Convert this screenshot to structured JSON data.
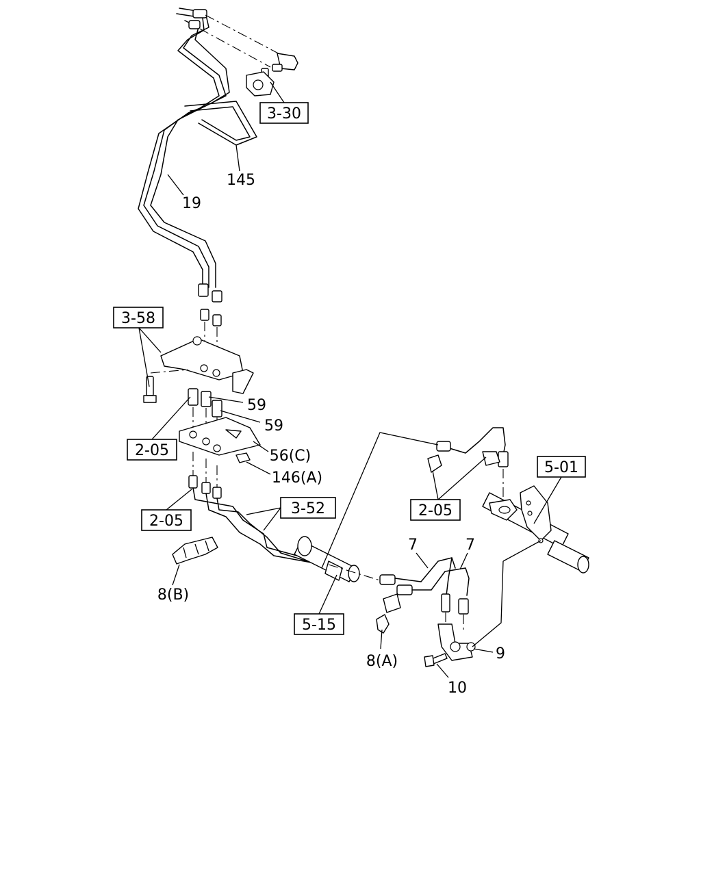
{
  "refs": {
    "r330": "3-30",
    "r358": "3-58",
    "r205a": "2-05",
    "r205b": "2-05",
    "r205c": "2-05",
    "r352": "3-52",
    "r501": "5-01",
    "r515": "5-15"
  },
  "parts": {
    "p145": "145",
    "p19": "19",
    "p59a": "59",
    "p59b": "59",
    "p56c": "56(C)",
    "p146a": "146(A)",
    "p8b": "8(B)",
    "p7a": "7",
    "p7b": "7",
    "p9": "9",
    "p8a": "8(A)",
    "p10": "10"
  }
}
